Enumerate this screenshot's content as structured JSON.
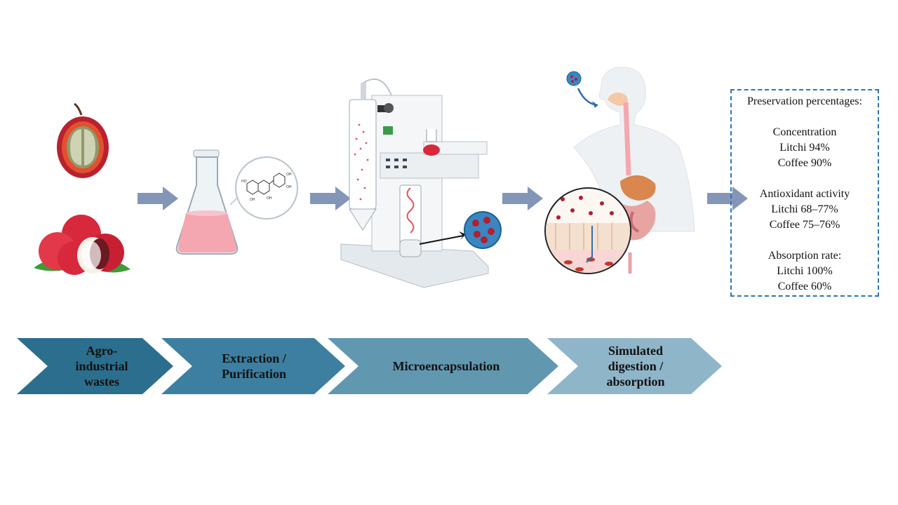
{
  "stages": [
    {
      "label": "Agro-\nindustrial\nwastes",
      "color": "#2c6e8e"
    },
    {
      "label": "Extraction /\nPurification",
      "color": "#3d7fa0"
    },
    {
      "label": "Microencapsulation",
      "color": "#6297b0"
    },
    {
      "label": "Simulated\ndigestion /\nabsorption",
      "color": "#8fb5c8"
    }
  ],
  "results": {
    "title": "Preservation percentages:",
    "concentration": {
      "heading": "Concentration",
      "litchi": "Litchi 94%",
      "coffee": "Coffee 90%"
    },
    "antioxidant": {
      "heading": "Antioxidant activity",
      "litchi": "Litchi 68–77%",
      "coffee": "Coffee 75–76%"
    },
    "absorption": {
      "heading": "Absorption rate:",
      "litchi": "Litchi 100%",
      "coffee": "Coffee 60%"
    }
  },
  "colors": {
    "arrow": "#8496b8",
    "box_border": "#2e75b6",
    "litchi_red": "#d8283c",
    "extract_pink": "#f4a7b0"
  }
}
